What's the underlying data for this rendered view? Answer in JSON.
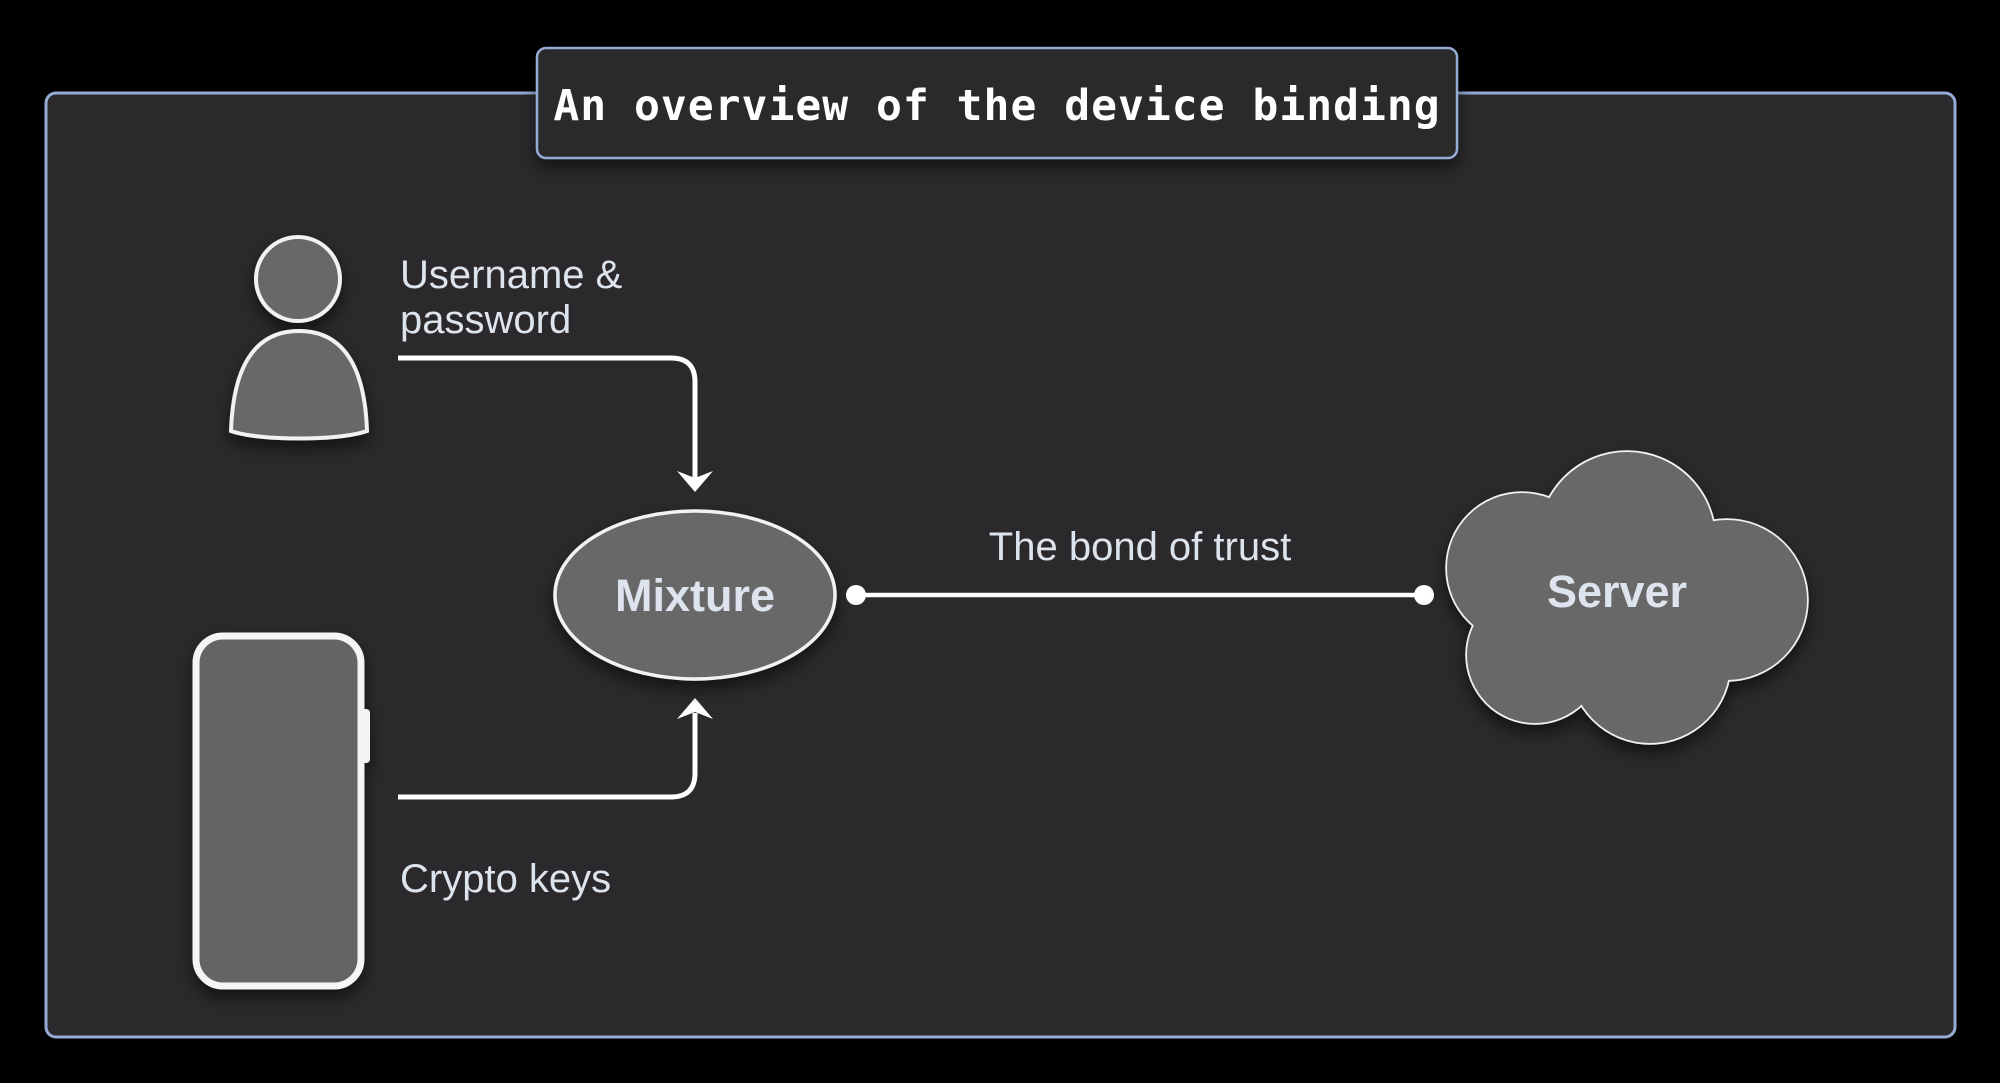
{
  "colors": {
    "canvas_bg": "#000000",
    "panel_bg": "#2b292b",
    "panel_border": "#94abd5",
    "shape_fill": "#696769",
    "phone_fill": "#666466",
    "shape_stroke": "#f2f2f2",
    "connector": "#ffffff",
    "text": "#dde4ed",
    "title_text": "#ffffff"
  },
  "diagram": {
    "title": "An overview of the device binding",
    "user": {
      "label_lines": [
        "Username &",
        "password"
      ]
    },
    "device": {
      "label": "Crypto keys"
    },
    "mixture": {
      "label": "Mixture"
    },
    "bond": {
      "label": "The bond of trust"
    },
    "server": {
      "label": "Server"
    }
  }
}
